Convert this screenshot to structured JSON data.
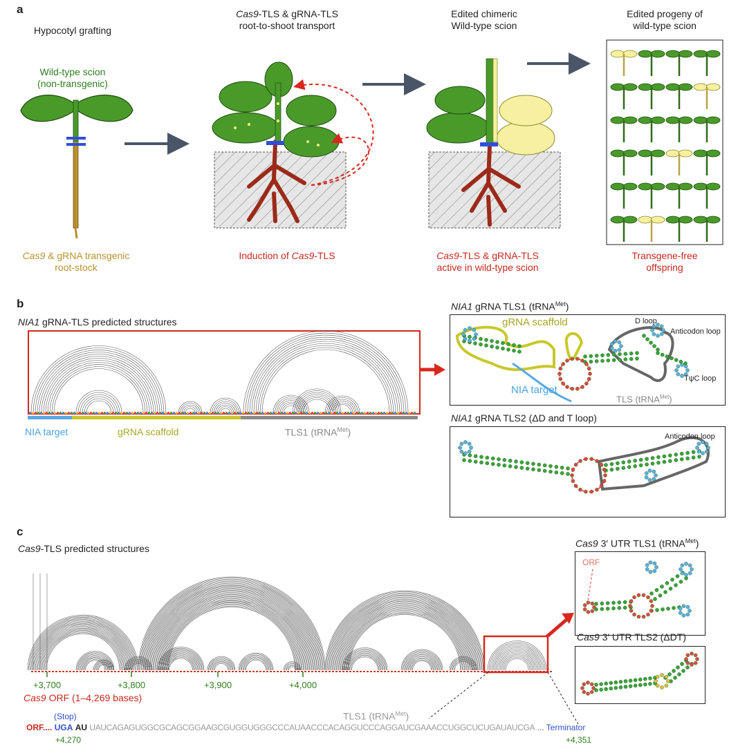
{
  "panel_labels": {
    "a": "a",
    "b": "b",
    "c": "c"
  },
  "panel_a": {
    "step1_title": "Hypocotyl grafting",
    "scion_label_line1": "Wild-type scion",
    "scion_label_line2": "(non-transgenic)",
    "rootstock_gene": "Cas9",
    "rootstock_line1_rest": " & gRNA transgenic",
    "rootstock_line2": "root-stock",
    "step2_title_gene": "Cas9",
    "step2_title_line1_rest": "-TLS & gRNA-TLS",
    "step2_title_line2": "root-to-shoot transport",
    "step2_caption_pre": "Induction of ",
    "step2_caption_gene": "Cas9",
    "step2_caption_post": "-TLS",
    "step3_title_line1": "Edited chimeric",
    "step3_title_line2": "Wild-type scion",
    "step3_caption_gene": "Cas9",
    "step3_caption_line1_rest": "-TLS & gRNA-TLS",
    "step3_caption_line2": "active in wild-type scion",
    "step4_title_line1": "Edited progeny of",
    "step4_title_line2": "wild-type scion",
    "step4_caption_line1": "Transgene-free",
    "step4_caption_line2": "offspring",
    "colors": {
      "leaf": "#4a9a2a",
      "root": "#9c2a18",
      "rootstock": "#b8912e",
      "edited": "#f6f0a0",
      "graft": "#2f4fd8",
      "arrow": "#4a5568",
      "transport": "#d8281e"
    }
  },
  "panel_b": {
    "title_gene": "NIA1",
    "title_rest": " gRNA-TLS predicted structures",
    "bar_label_target": "NIA target",
    "bar_label_scaffold": "gRNA scaffold",
    "bar_label_tls_pre": "TLS1 (tRNA",
    "bar_label_tls_sup": "Met",
    "bar_label_tls_post": ")",
    "inset1_title_gene": "NIA1",
    "inset1_title_pre": " gRNA TLS1 (tRNA",
    "inset1_title_sup": "Met",
    "inset1_title_post": ")",
    "inset1_scaffold": "gRNA scaffold",
    "inset1_target": "NIA target",
    "inset1_dloop": "D loop",
    "inset1_anticodon": "Anticodon loop",
    "inset1_tyc": "TψC loop",
    "inset1_tls_pre": "TLS (tRNA",
    "inset1_tls_sup": "Met",
    "inset1_tls_post": ")",
    "inset2_title_gene": "NIA1",
    "inset2_title_rest": " gRNA TLS2 (ΔD and T loop)",
    "inset2_anticodon": "Anticodon loop"
  },
  "panel_c": {
    "title_gene": "Cas9",
    "title_rest": "-TLS predicted structures",
    "ticks": [
      "+3,700",
      "+3,800",
      "+3,900",
      "+4,000"
    ],
    "orf_gene": "Cas9",
    "orf_rest": " ORF (1–4,269 bases)",
    "seq_orf": "ORF....",
    "seq_stop_label": "(Stop)",
    "seq_stop": "UGA",
    "seq_au": "AU",
    "seq_tls": "UAUCAGAGUGGCGCAGCGGAAGCGUGGUGGGCCCAUAACCCACAGGUCCCAGGAUCGAAACCUGGCUCUGAUAUCGA",
    "seq_term": "... Terminator",
    "seq_tls_label_pre": "TLS1 (tRNA",
    "seq_tls_label_sup": "Met",
    "seq_tls_label_post": ")",
    "seq_start_pos": "+4,270",
    "seq_end_pos": "+4,351",
    "inset1_title_gene": "Cas9",
    "inset1_title_pre": " 3′ UTR TLS1 (tRNA",
    "inset1_title_sup": "Met",
    "inset1_title_post": ")",
    "inset1_orf": "ORF",
    "inset2_title_gene": "Cas9",
    "inset2_title_rest": " 3′ UTR TLS2 (ΔDT)"
  }
}
